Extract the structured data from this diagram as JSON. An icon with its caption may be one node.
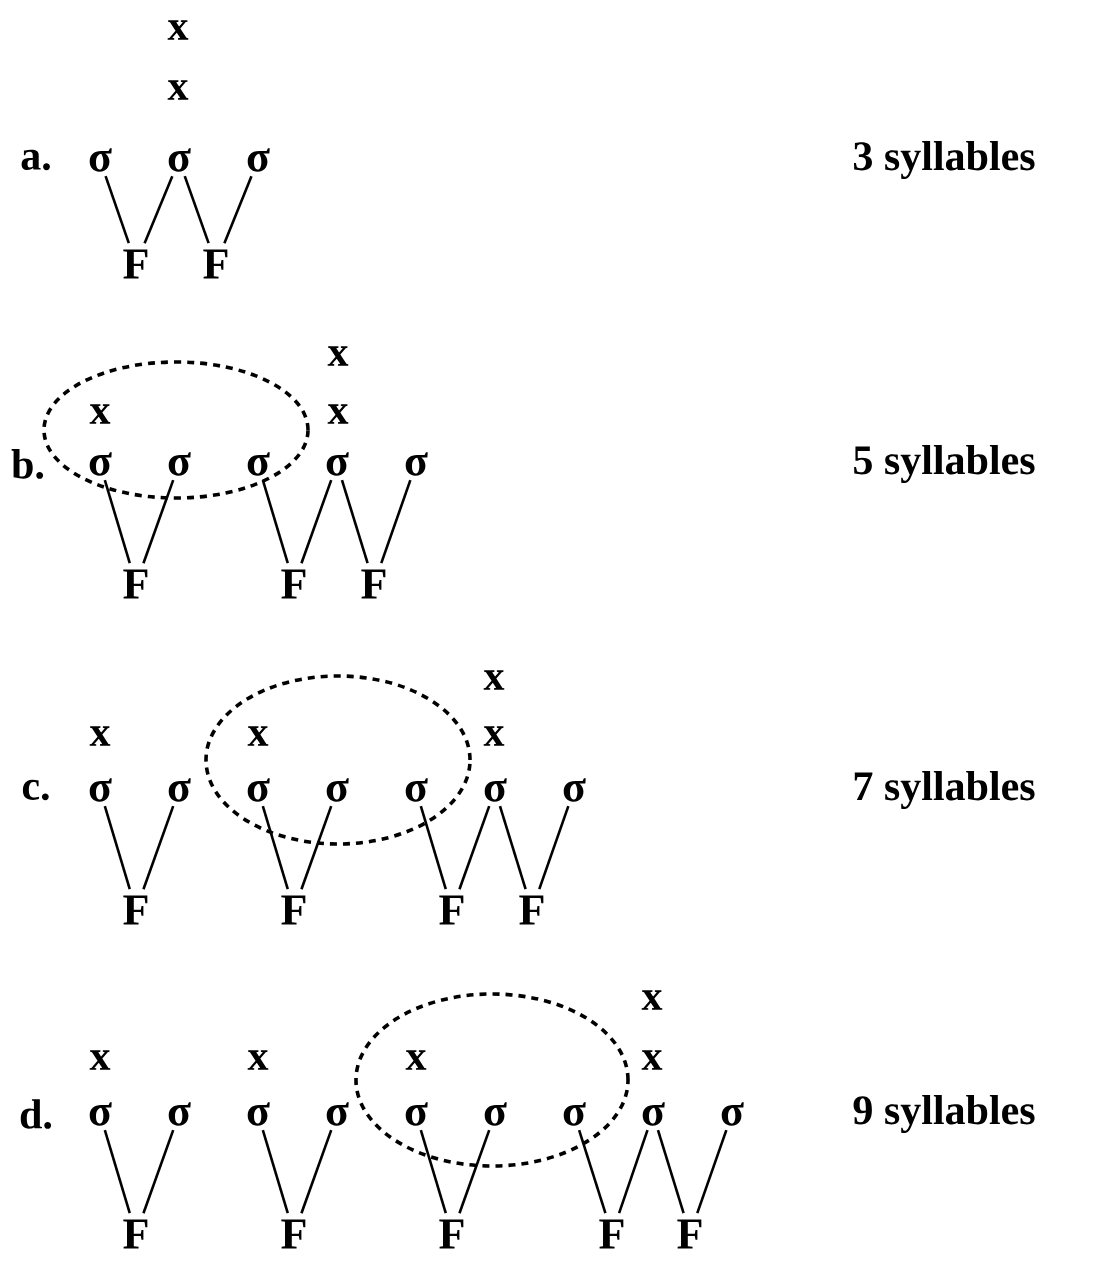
{
  "diagram": {
    "nodes": [
      {
        "text": [
          "σ"
        ]
      },
      {
        "text": [
          "σ"
        ]
      },
      {
        "text": [
          "σ"
        ]
      },
      {
        "text": [
          "F"
        ]
      },
      {
        "text": [
          "F"
        ]
      },
      {
        "text": [
          "σ"
        ]
      },
      {
        "text": [
          "σ"
        ]
      },
      {
        "text": [
          "σ"
        ]
      },
      {
        "text": [
          "σ"
        ]
      },
      {
        "text": [
          "σ"
        ]
      },
      {
        "text": [
          "F"
        ]
      },
      {
        "text": [
          "F"
        ]
      },
      {
        "text": [
          "F"
        ]
      },
      {
        "text": [
          "σ"
        ]
      },
      {
        "text": [
          "σ"
        ]
      },
      {
        "text": [
          "σ"
        ]
      },
      {
        "text": [
          "σ"
        ]
      },
      {
        "text": [
          "σ"
        ]
      },
      {
        "text": [
          "σ"
        ]
      },
      {
        "text": [
          "σ"
        ]
      },
      {
        "text": [
          "F"
        ]
      },
      {
        "text": [
          "F"
        ]
      },
      {
        "text": [
          "F"
        ]
      },
      {
        "text": [
          "F"
        ]
      },
      {
        "text": [
          "σ"
        ]
      },
      {
        "text": [
          "σ"
        ]
      },
      {
        "text": [
          "σ"
        ]
      },
      {
        "text": [
          "σ"
        ]
      },
      {
        "text": [
          "σ"
        ]
      },
      {
        "text": [
          "σ"
        ]
      },
      {
        "text": [
          "σ"
        ]
      },
      {
        "text": [
          "σ"
        ]
      },
      {
        "text": [
          "σ"
        ]
      },
      {
        "text": [
          "F"
        ]
      },
      {
        "text": [
          "F"
        ]
      },
      {
        "text": [
          "F"
        ]
      },
      {
        "text": [
          "F"
        ]
      },
      {
        "text": [
          "F"
        ]
      }
    ],
    "edges": [
      {
        "from": 0,
        "to": 3,
        "arrow": "none"
      },
      {
        "from": 1,
        "to": 3,
        "arrow": "none"
      },
      {
        "from": 1,
        "to": 4,
        "arrow": "none"
      },
      {
        "from": 2,
        "to": 4,
        "arrow": "none"
      },
      {
        "from": 5,
        "to": 10,
        "arrow": "none"
      },
      {
        "from": 6,
        "to": 10,
        "arrow": "none"
      },
      {
        "from": 7,
        "to": 11,
        "arrow": "none"
      },
      {
        "from": 8,
        "to": 11,
        "arrow": "none"
      },
      {
        "from": 8,
        "to": 12,
        "arrow": "none"
      },
      {
        "from": 9,
        "to": 12,
        "arrow": "none"
      },
      {
        "from": 13,
        "to": 20,
        "arrow": "none"
      },
      {
        "from": 14,
        "to": 20,
        "arrow": "none"
      },
      {
        "from": 15,
        "to": 21,
        "arrow": "none"
      },
      {
        "from": 16,
        "to": 21,
        "arrow": "none"
      },
      {
        "from": 17,
        "to": 22,
        "arrow": "none"
      },
      {
        "from": 18,
        "to": 22,
        "arrow": "none"
      },
      {
        "from": 18,
        "to": 23,
        "arrow": "none"
      },
      {
        "from": 19,
        "to": 23,
        "arrow": "none"
      },
      {
        "from": 24,
        "to": 33,
        "arrow": "none"
      },
      {
        "from": 25,
        "to": 33,
        "arrow": "none"
      },
      {
        "from": 26,
        "to": 34,
        "arrow": "none"
      },
      {
        "from": 27,
        "to": 34,
        "arrow": "none"
      },
      {
        "from": 28,
        "to": 35,
        "arrow": "none"
      },
      {
        "from": 29,
        "to": 35,
        "arrow": "none"
      },
      {
        "from": 30,
        "to": 36,
        "arrow": "none"
      },
      {
        "from": 31,
        "to": 36,
        "arrow": "none"
      },
      {
        "from": 31,
        "to": 37,
        "arrow": "none"
      },
      {
        "from": 32,
        "to": 37,
        "arrow": "none"
      }
    ],
    "labels": [
      "x",
      "x",
      "a.",
      "3 syllables",
      "x",
      "x",
      "x",
      "b.",
      "5 syllables",
      "x",
      "x",
      "x",
      "x",
      "c.",
      "7 syllables",
      "x",
      "x",
      "x",
      "x",
      "x",
      "d.",
      "9 syllables"
    ]
  }
}
